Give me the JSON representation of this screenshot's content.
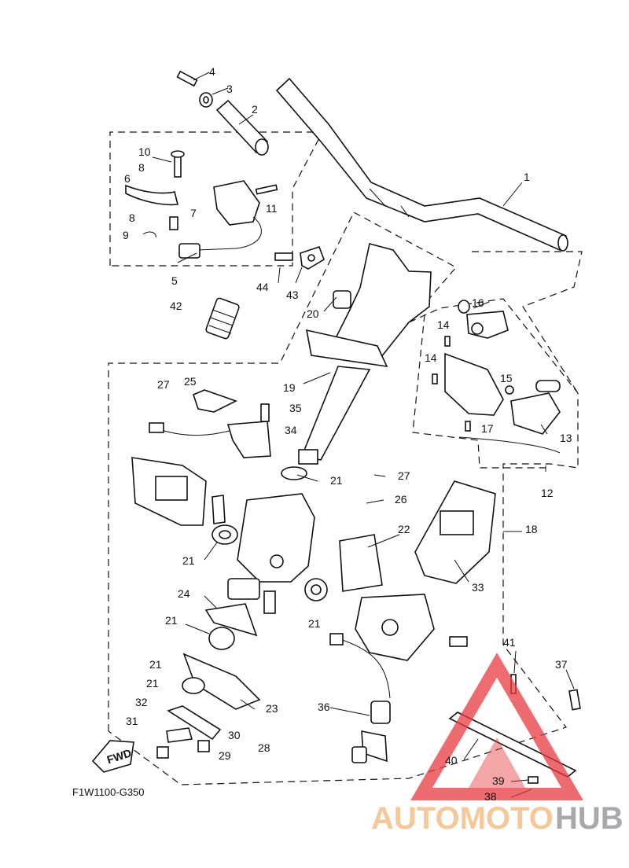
{
  "diagram": {
    "code": "F1W1100-G350",
    "direction_label": "FWD",
    "callouts": [
      "1",
      "2",
      "3",
      "4",
      "5",
      "6",
      "7",
      "8",
      "8",
      "9",
      "10",
      "11",
      "12",
      "13",
      "14",
      "14",
      "15",
      "16",
      "17",
      "18",
      "19",
      "20",
      "21",
      "21",
      "21",
      "21",
      "21",
      "21",
      "22",
      "23",
      "24",
      "25",
      "26",
      "27",
      "27",
      "28",
      "29",
      "30",
      "31",
      "32",
      "33",
      "34",
      "35",
      "36",
      "37",
      "38",
      "39",
      "40",
      "41",
      "42",
      "43",
      "44"
    ]
  },
  "watermark": {
    "part1": "AUTOMOTO",
    "part2": "HUB",
    "colors": {
      "part1": "#f5c89a",
      "part2": "#a7a9ac",
      "logo": "#e8393f"
    }
  }
}
